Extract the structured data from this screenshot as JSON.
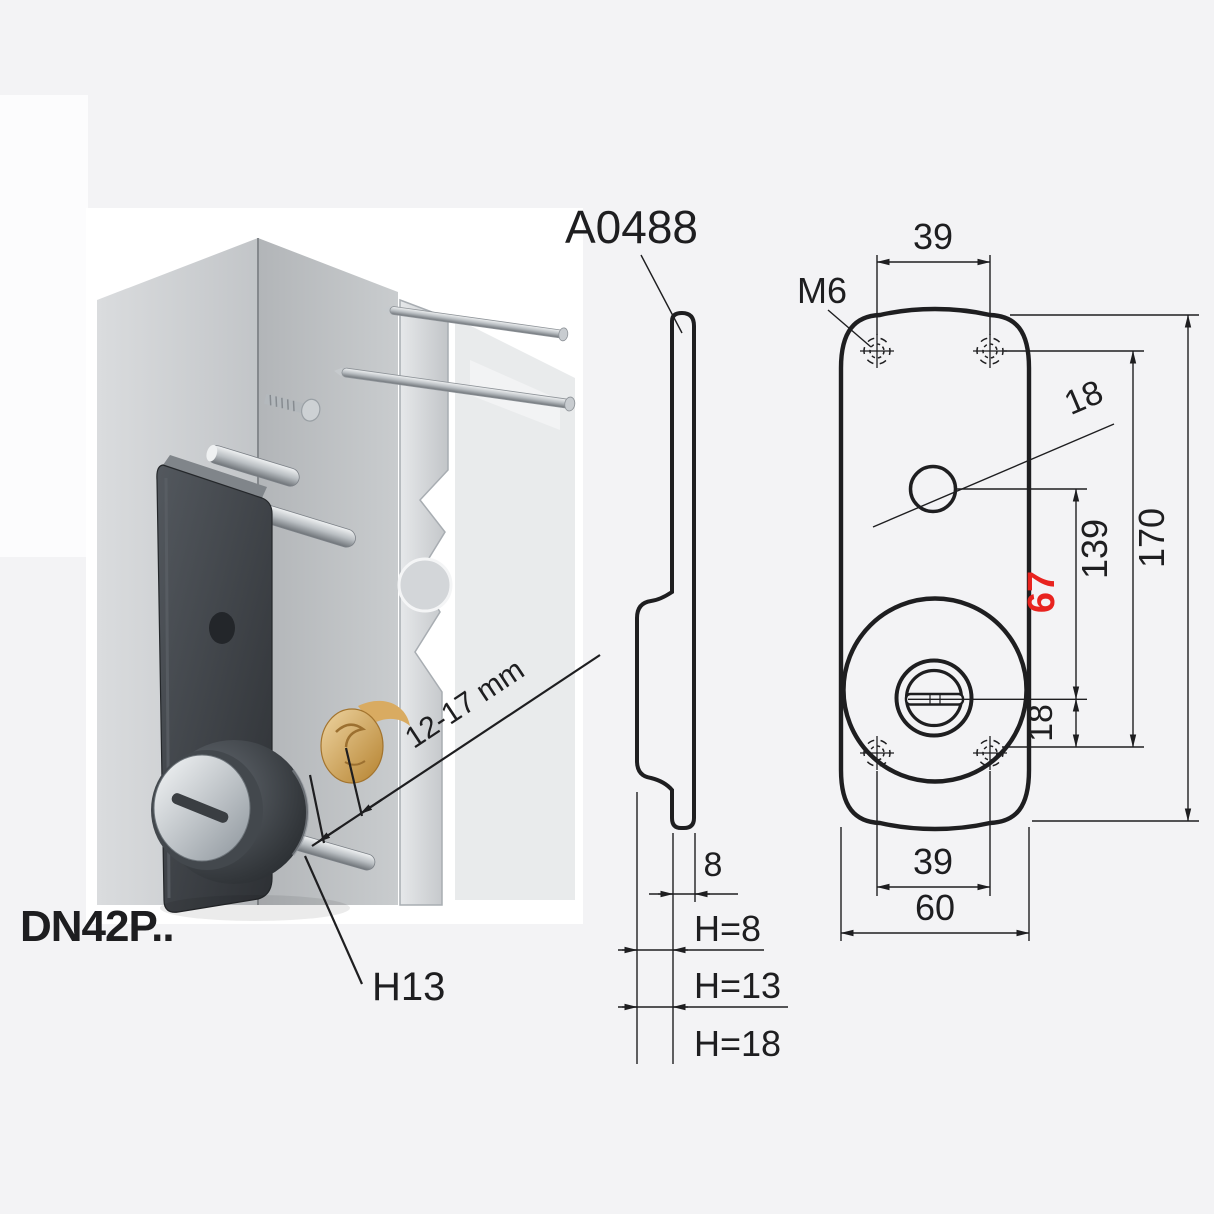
{
  "colors": {
    "background": "#f3f3f5",
    "line": "#1e1e20",
    "accent_red": "#e8231f",
    "panel_gray": "#cdd0d3",
    "plate_dark": "#3c4045",
    "brass": "#d3a05c"
  },
  "illustration": {
    "product_code": "DN42P..",
    "cylinder_label": "H13",
    "grip_range": "12-17 mm"
  },
  "side_view": {
    "part_number": "A0488",
    "plate_thickness": "8",
    "height_options": [
      "H=8",
      "H=13",
      "H=18"
    ]
  },
  "front_view": {
    "thread": "M6",
    "top_hole_spacing": "39",
    "hole_diameter": "18",
    "hole_to_key_center": "67",
    "key_center_to_screw": "18",
    "screw_spacing_vertical": "139",
    "total_height": "170",
    "bottom_hole_spacing": "39",
    "total_width": "60"
  }
}
